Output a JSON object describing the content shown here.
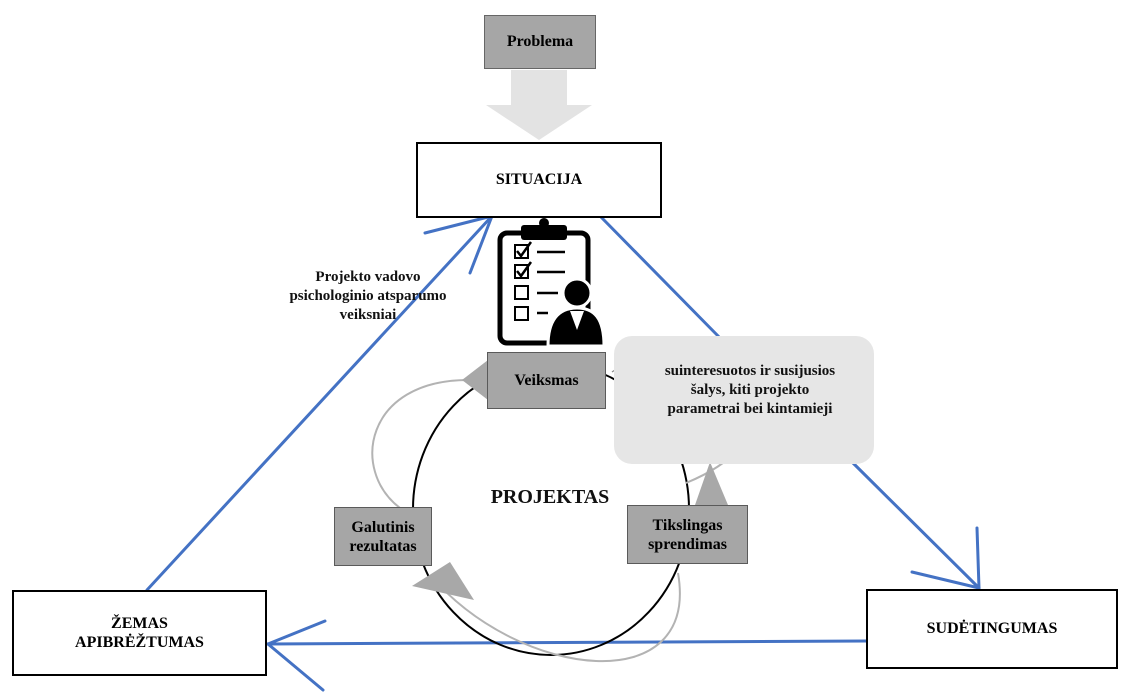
{
  "problem": "Problema",
  "situation": "SITUACIJA",
  "low_definition": "ŽEMAS APIBRĖŽTUMAS",
  "complexity": "SUDĖTINGUMAS",
  "project": "PROJEKTAS",
  "action": "Veiksmas",
  "targeted_decision": "Tikslingas sprendimas",
  "final_result": "Galutinis rezultatas",
  "resilience_factors": "Projekto vadovo psichologinio atsparumo veiksniai",
  "stakeholders": "suinteresuotos  ir susijusios šalys, kiti projekto parametrai bei kintamieji",
  "icon": "clipboard-checklist-person-icon",
  "colors": {
    "arrow_blue": "#4472c4",
    "box_gray": "#a6a6a6",
    "bubble_gray": "#e6e6e6",
    "big_arrow": "#e3e3e3",
    "cycle_arrow": "#b3b3b3"
  }
}
